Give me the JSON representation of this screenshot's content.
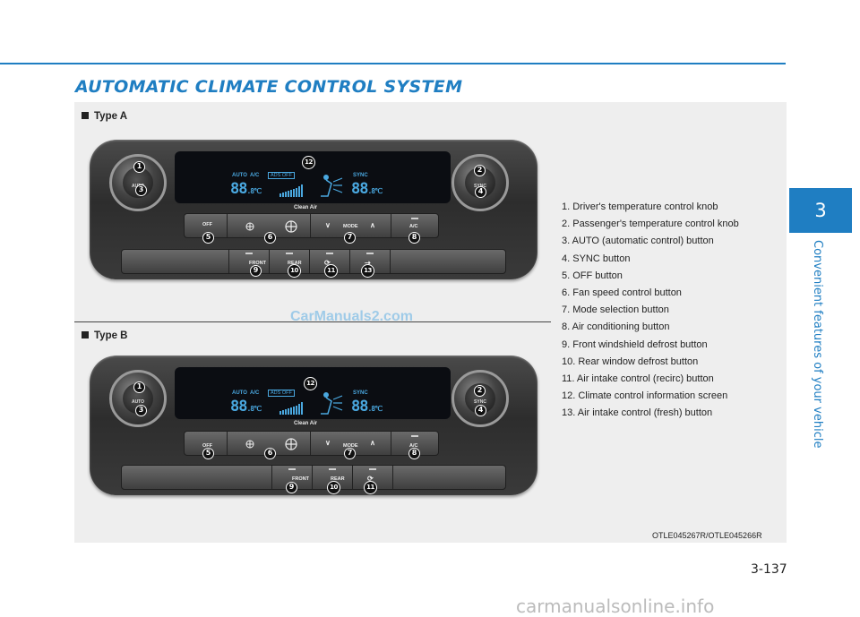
{
  "header": {
    "title": "AUTOMATIC CLIMATE CONTROL SYSTEM"
  },
  "figures": {
    "type_a_label": "Type A",
    "type_b_label": "Type B",
    "figure_code": "OTLE045267R/OTLE045266R",
    "panel_text": {
      "knob_left": "AUTO",
      "knob_right": "SYNC",
      "screen_auto": "AUTO",
      "screen_ac": "A/C",
      "screen_ads": "ADS OFF",
      "screen_sync": "SYNC",
      "screen_temp_digits": "88",
      "screen_temp_unit": ".8℃",
      "clean_air": "Clean Air",
      "btn_off": "OFF",
      "btn_mode": "MODE",
      "btn_ac": "A/C",
      "btn_front": "FRONT",
      "btn_rear": "REAR"
    },
    "callouts": [
      "1",
      "2",
      "3",
      "4",
      "5",
      "6",
      "7",
      "8",
      "9",
      "10",
      "11",
      "12",
      "13"
    ]
  },
  "legend": [
    "1. Driver's temperature control knob",
    "2. Passenger's temperature control knob",
    "3. AUTO (automatic control) button",
    "4. SYNC button",
    "5. OFF button",
    "6. Fan speed control button",
    "7. Mode selection button",
    "8. Air conditioning button",
    "9. Front windshield defrost button",
    "10. Rear window defrost button",
    "11. Air intake control (recirc) button",
    "12. Climate control information screen",
    "13. Air intake control (fresh) button"
  ],
  "watermark": "CarManuals2.com",
  "sidebar": {
    "chapter": "3",
    "chapter_title": "Convenient features of your vehicle"
  },
  "footer": {
    "page_number": "3-137",
    "site": "carmanualsonline.info"
  },
  "colors": {
    "accent": "#1f7ec2",
    "screen_text": "#4aa8e0"
  }
}
